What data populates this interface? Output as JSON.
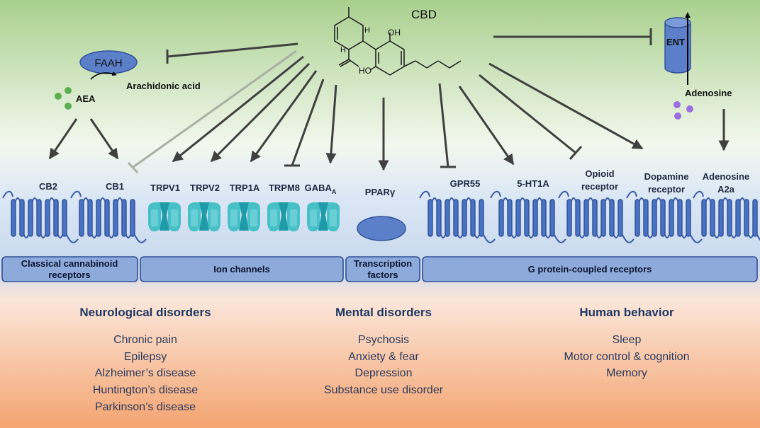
{
  "title": "CBD",
  "enzyme": {
    "name": "FAAH",
    "substrate": "AEA",
    "product": "Arachidonic acid"
  },
  "transporter": {
    "name": "ENT",
    "ligand": "Adenosine"
  },
  "molecule_labels": {
    "oh_top": "OH",
    "ho_bottom": "HO",
    "h_top": "H",
    "h_bottom": "H"
  },
  "receptors": {
    "cb2": "CB2",
    "cb1": "CB1",
    "trpv1": "TRPV1",
    "trpv2": "TRPV2",
    "trp1a": "TRP1A",
    "trpm8": "TRPM8",
    "gaba": "GABA",
    "gaba_sub": "A",
    "ppar": "PPARγ",
    "gpr55": "GPR55",
    "ht1a": "5-HT1A",
    "opioid": [
      "Opioid",
      "receptor"
    ],
    "dopamine": [
      "Dopamine",
      "receptor"
    ],
    "adenosine": [
      "Adenosine",
      "A2a"
    ]
  },
  "categories": {
    "cannabinoid": [
      "Classical cannabinoid",
      "receptors"
    ],
    "ion": "Ion channels",
    "transcription": [
      "Transcription",
      "factors"
    ],
    "gpcr": "G protein-coupled receptors"
  },
  "disorders": [
    {
      "heading": "Neurological disorders",
      "items": [
        "Chronic pain",
        "Epilepsy",
        "Alzheimer’s disease",
        "Huntington’s disease",
        "Parkinson’s disease"
      ]
    },
    {
      "heading": "Mental disorders",
      "items": [
        "Psychosis",
        "Anxiety & fear",
        "Depression",
        "Substance use disorder"
      ]
    },
    {
      "heading": "Human behavior",
      "items": [
        "Sleep",
        "Motor control & cognition",
        "Memory"
      ]
    }
  ],
  "colors": {
    "arrow": "#404040",
    "receptor": "#4a72c4",
    "channel": "#48c0c8",
    "category_box": "#8eaadb"
  }
}
